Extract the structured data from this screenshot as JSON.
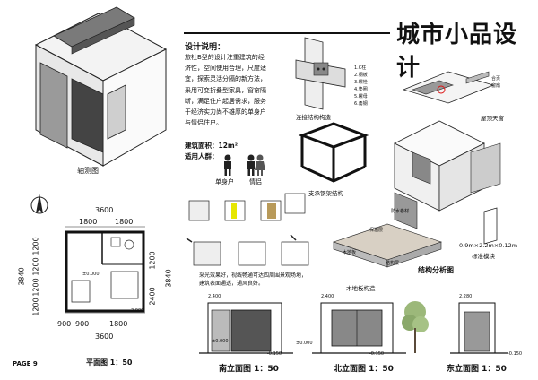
{
  "title": "城市小品设计",
  "description": {
    "heading": "设计说明：",
    "lines": [
      "旅社B型的设计注重建筑的经",
      "济性，空间使用合理，尺度适",
      "宜，探索灵活分隔的新方法，",
      "采用可变折叠型家具，窗帘隔",
      "断，满足住户起居需求，服务",
      "于经济实力尚不雄厚的单身户",
      "与情侣住户。"
    ]
  },
  "area": "建筑面积：12m²",
  "users": {
    "heading": "适用人群：",
    "single": "单身户",
    "couple": "情侣"
  },
  "axon_label": "轴测图",
  "plan": {
    "dims_top": [
      "3600",
      "1800",
      "1800"
    ],
    "dims_bottom": [
      "900",
      "900",
      "1800",
      "3600"
    ],
    "dims_left": [
      "3840",
      "1200",
      "1200",
      "1200",
      "1200"
    ],
    "dims_right": [
      "3840",
      "1200",
      "2400"
    ],
    "level_label": "±0.000",
    "level_label2": "2.000",
    "title": "平面图  1：50"
  },
  "page_label": "PAGE 9",
  "connection": {
    "label": "连接结构构造",
    "legend": [
      "1.C柱",
      "2.钢板",
      "3.螺栓",
      "4.垫圈",
      "5.螺母",
      "6.角钢"
    ]
  },
  "frame_label": "支承钢架结构",
  "roof_label": "屋顶天窗",
  "roof_tags": [
    "合页",
    "窗扇"
  ],
  "module": {
    "size": "0.9m×2.2m×0.12m",
    "label": "标准模块"
  },
  "wood": {
    "label": "木地板构造",
    "tags": [
      "防水卷材",
      "保温层",
      "木地板",
      "结构层"
    ]
  },
  "structure_title": "结构分析图",
  "light_note": "采光效果好，视线畅通可达四周围景观场地，建筑表面通透，通风良好。",
  "elevations": [
    {
      "title": "南立面图  1：50",
      "top": "2.400",
      "bottom": "±0.000",
      "low": "-0.150"
    },
    {
      "title": "北立面图  1：50",
      "top": "2.400",
      "bottom": "±0.000",
      "low": "-0.150"
    },
    {
      "title": "东立面图  1：50",
      "top": "2.280",
      "bottom": "",
      "low": "-0.150"
    }
  ]
}
